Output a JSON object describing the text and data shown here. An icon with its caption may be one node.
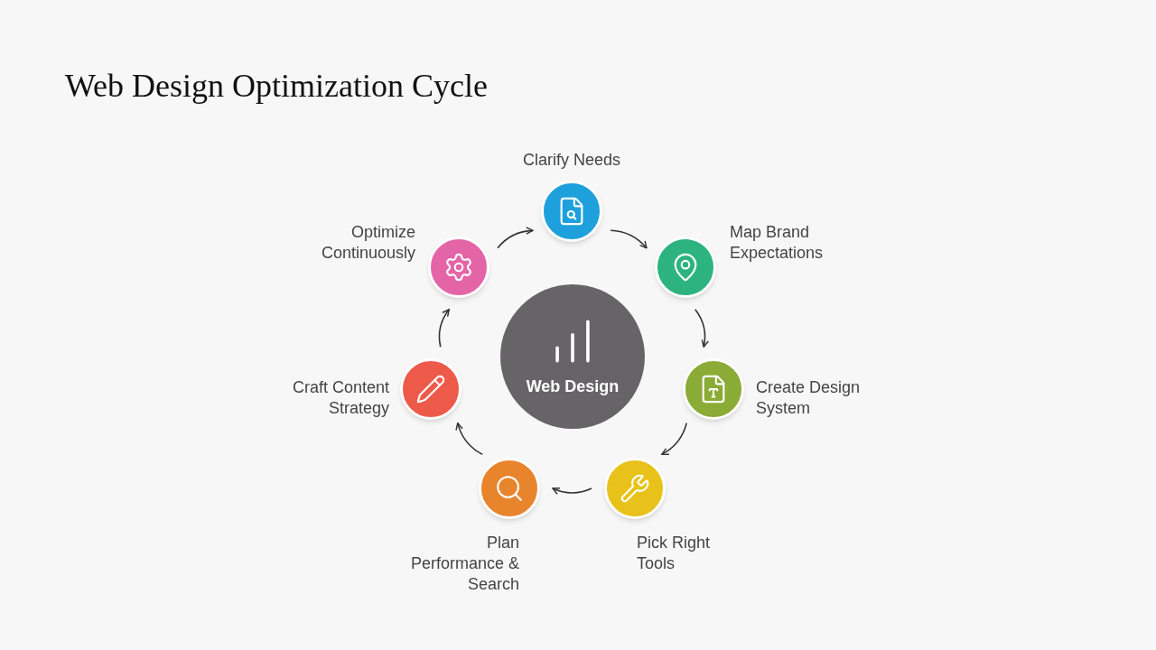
{
  "diagram": {
    "title": "Web Design Optimization Cycle",
    "nodes": [
      {
        "text": [
          "Web Design"
        ]
      },
      {
        "text": [],
        "shape": "circle",
        "beside": [
          "Clarify Needs"
        ]
      },
      {
        "text": [],
        "shape": "circle",
        "beside": [
          "Map Brand Expectations"
        ]
      },
      {
        "text": [],
        "shape": "circle",
        "beside": [
          "Create Design System"
        ]
      },
      {
        "text": [],
        "shape": "circle",
        "beside": [
          "Pick Right Tools"
        ]
      },
      {
        "text": [],
        "shape": "circle",
        "beside": [
          "Plan Performance & Search"
        ]
      },
      {
        "text": [],
        "shape": "circle",
        "beside": [
          "Craft Content Strategy"
        ]
      },
      {
        "text": [],
        "shape": "circle",
        "beside": [
          "Optimize Continuously"
        ]
      }
    ],
    "edges": [
      {
        "from": 1,
        "to": 2,
        "arrow": "to"
      },
      {
        "from": 2,
        "to": 3,
        "arrow": "to"
      },
      {
        "from": 3,
        "to": 4,
        "arrow": "to"
      },
      {
        "from": 4,
        "to": 5,
        "arrow": "to"
      },
      {
        "from": 5,
        "to": 6,
        "arrow": "to"
      },
      {
        "from": 6,
        "to": 7,
        "arrow": "to"
      },
      {
        "from": 7,
        "to": 1,
        "arrow": "to"
      }
    ]
  }
}
